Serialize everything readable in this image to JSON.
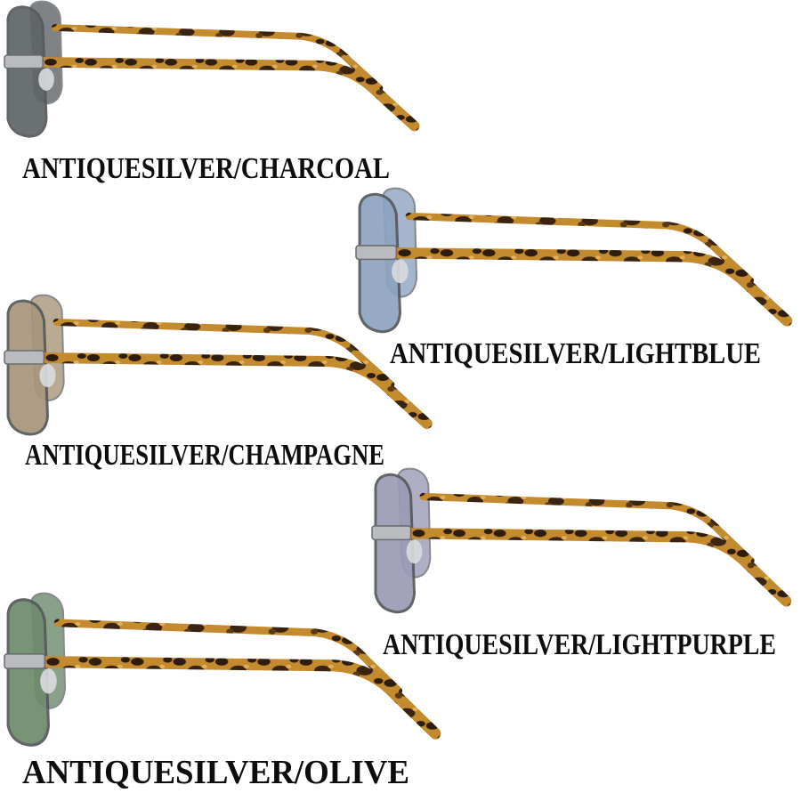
{
  "products": [
    {
      "label": "ANTIQUESILVER/CHARCOAL",
      "frame": "antique-silver",
      "lens": "charcoal",
      "lens_color": "#5f6467"
    },
    {
      "label": "ANTIQUESILVER/LIGHTBLUE",
      "frame": "antique-silver",
      "lens": "lightblue",
      "lens_color": "#8ea3c1"
    },
    {
      "label": "ANTIQUESILVER/CHAMPAGNE",
      "frame": "antique-silver",
      "lens": "champagne",
      "lens_color": "#a8957a"
    },
    {
      "label": "ANTIQUESILVER/LIGHTPURPLE",
      "frame": "antique-silver",
      "lens": "lightpurple",
      "lens_color": "#9c9bb6"
    },
    {
      "label": "ANTIQUESILVER/OLIVE",
      "frame": "antique-silver",
      "lens": "olive",
      "lens_color": "#6e8a6c"
    }
  ],
  "colors": {
    "tortoise_base": "#c38a2e",
    "tortoise_spot": "#2e1c0c",
    "frame_metal": "#55585c",
    "hinge_silver": "#b9bbbe"
  }
}
